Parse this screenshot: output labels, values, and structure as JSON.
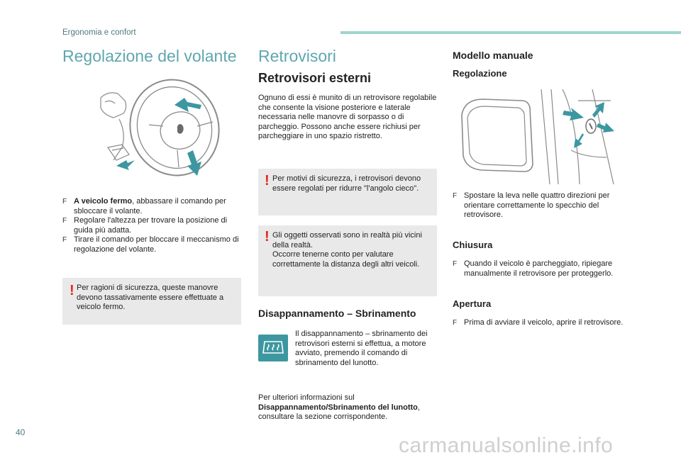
{
  "header": {
    "section": "Ergonomia e confort"
  },
  "col1": {
    "title": "Regolazione del volante",
    "bullets": [
      {
        "bold": "A veicolo fermo",
        "text": ", abbassare il comando per sbloccare il volante."
      },
      {
        "bold": "",
        "text": "Regolare l'altezza per trovare la posizione di guida più adatta."
      },
      {
        "bold": "",
        "text": "Tirare il comando per bloccare il meccanismo di regolazione del volante."
      }
    ],
    "warning": "Per ragioni di sicurezza, queste manovre devono tassativamente essere effettuate a veicolo fermo."
  },
  "col2": {
    "title": "Retrovisori",
    "subtitle": "Retrovisori esterni",
    "intro": "Ognuno di essi è munito di un retrovisore regolabile che consente la visione posteriore e laterale necessaria nelle manovre di sorpasso o di parcheggio. Possono anche essere richiusi per parcheggiare in uno spazio ristretto.",
    "warning1": "Per motivi di sicurezza, i retrovisori devono essere regolati per ridurre \"l'angolo cieco\".",
    "warning2_line1": "Gli oggetti osservati sono in realtà più vicini della realtà.",
    "warning2_line2": "Occorre tenerne conto per valutare correttamente la distanza degli altri veicoli.",
    "defrost_title": "Disappannamento – Sbrinamento",
    "defrost_text": "Il disappannamento – sbrinamento dei retrovisori esterni si effettua, a motore avviato, premendo il comando di sbrinamento del lunotto.",
    "more_info_prefix": "Per ulteriori informazioni sul",
    "more_info_bold": "Disappannamento/Sbrinamento del lunotto",
    "more_info_suffix": ", consultare la sezione corrispondente."
  },
  "col3": {
    "title": "Modello manuale",
    "regolazione_title": "Regolazione",
    "regolazione_text": "Spostare la leva nelle quattro direzioni per orientare correttamente lo specchio del retrovisore.",
    "chiusura_title": "Chiusura",
    "chiusura_text": "Quando il veicolo è parcheggiato, ripiegare manualmente il retrovisore per proteggerlo.",
    "apertura_title": "Apertura",
    "apertura_text": "Prima di avviare il veicolo, aprire il retrovisore."
  },
  "footer": {
    "page_number": "40",
    "watermark": "carmanualsonline.info"
  },
  "colors": {
    "accent": "#5fa7ae",
    "warning_bg": "#e9e9e9",
    "warning_mark": "#e2281f",
    "defrost_icon_bg": "#3d97a0",
    "top_bar": "#9fd4cf"
  },
  "bullet_symbol": "F",
  "warning_symbol": "!"
}
